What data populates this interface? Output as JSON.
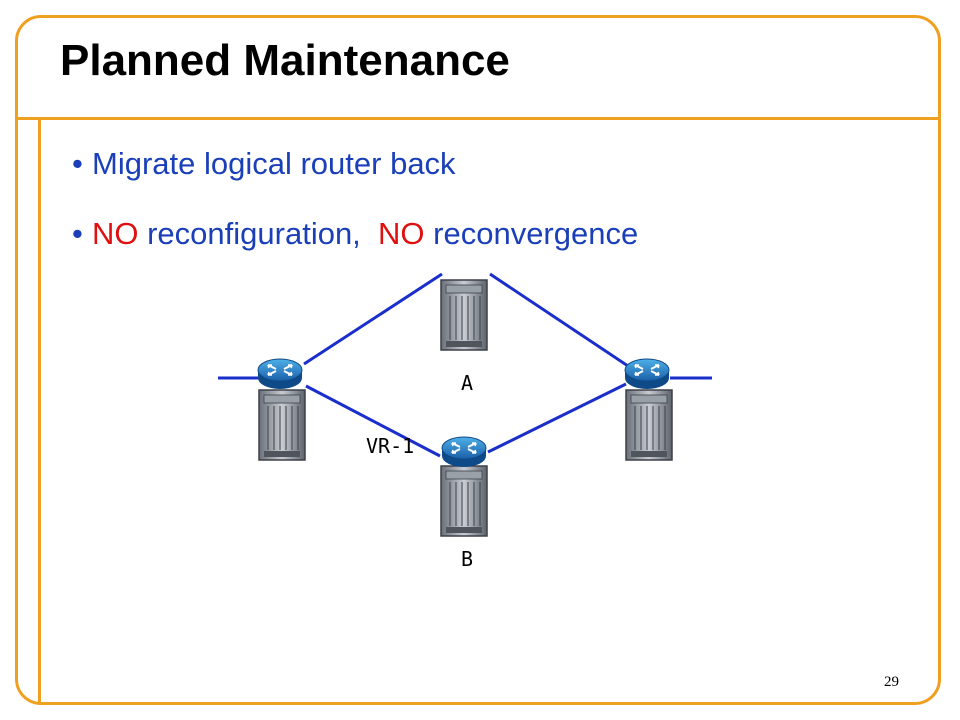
{
  "slide": {
    "title": "Planned Maintenance",
    "page_number": "29",
    "accent_color": "#f0a020"
  },
  "bullets": [
    {
      "parts": [
        {
          "text": "Migrate logical router back",
          "color": "#1a3fb8"
        }
      ]
    },
    {
      "parts": [
        {
          "text": "NO",
          "color": "#e01010"
        },
        {
          "text": " reconfiguration,  ",
          "color": "#1a3fb8"
        },
        {
          "text": "NO",
          "color": "#e01010"
        },
        {
          "text": " reconvergence",
          "color": "#1a3fb8"
        }
      ]
    }
  ],
  "diagram": {
    "link_color": "#1a2ecc",
    "nodes": [
      {
        "id": "left-router",
        "label": ""
      },
      {
        "id": "router-a",
        "label": "A"
      },
      {
        "id": "router-b",
        "label": "B"
      },
      {
        "id": "right-router",
        "label": ""
      }
    ],
    "virtual_router_label": "VR-1"
  }
}
